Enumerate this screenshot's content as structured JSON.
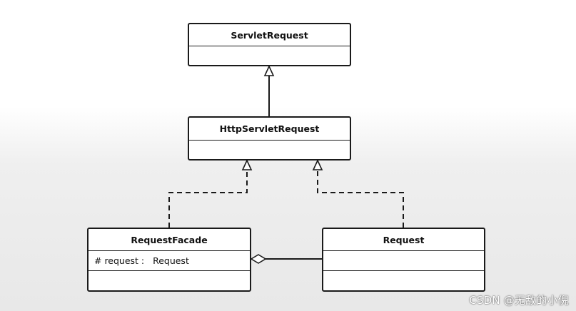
{
  "diagram": {
    "classes": {
      "servlet_request": {
        "name": "ServletRequest"
      },
      "http_servlet_request": {
        "name": "HttpServletRequest"
      },
      "request_facade": {
        "name": "RequestFacade",
        "attribute": "# request :   Request"
      },
      "request": {
        "name": "Request"
      }
    },
    "relationships": [
      {
        "from": "HttpServletRequest",
        "to": "ServletRequest",
        "kind": "generalization"
      },
      {
        "from": "RequestFacade",
        "to": "HttpServletRequest",
        "kind": "realization"
      },
      {
        "from": "Request",
        "to": "HttpServletRequest",
        "kind": "realization"
      },
      {
        "from": "RequestFacade",
        "to": "Request",
        "kind": "aggregation"
      }
    ]
  },
  "watermark": "CSDN @无敌的小倪"
}
